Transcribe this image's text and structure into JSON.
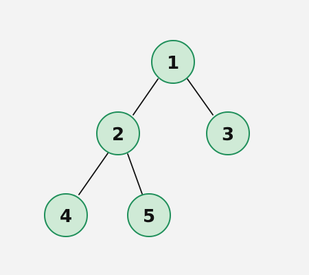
{
  "tree": {
    "nodes": [
      {
        "id": "n1",
        "label": "1"
      },
      {
        "id": "n2",
        "label": "2"
      },
      {
        "id": "n3",
        "label": "3"
      },
      {
        "id": "n4",
        "label": "4"
      },
      {
        "id": "n5",
        "label": "5"
      }
    ],
    "edges": [
      {
        "from": "n1",
        "to": "n2"
      },
      {
        "from": "n1",
        "to": "n3"
      },
      {
        "from": "n2",
        "to": "n4"
      },
      {
        "from": "n2",
        "to": "n5"
      }
    ]
  },
  "colors": {
    "background": "#f3f3f3",
    "node_fill": "#cfead6",
    "node_stroke": "#1f8f5a",
    "edge": "#111111",
    "label": "#111111"
  }
}
